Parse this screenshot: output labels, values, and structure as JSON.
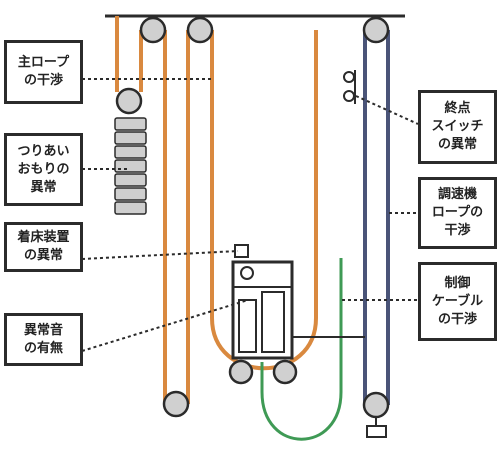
{
  "labels": {
    "main_rope": "主ロープ\nの干渉",
    "counterweight": "つりあい\nおもりの\n異常",
    "landing_device": "着床装置\nの異常",
    "noise": "異常音\nの有無",
    "limit_switch": "終点\nスイッチ\nの異常",
    "governor_rope": "調速機\nロープの\n干渉",
    "control_cable": "制御\nケーブル\nの干渉"
  },
  "colors": {
    "main_rope": "#d9893f",
    "governor_rope": "#4a5478",
    "control_cable": "#3f9a55",
    "sheave_fill": "#d0d0d0",
    "counterweight_fill": "#cfcfcf",
    "outline": "#2b2b2b",
    "leader": "#2b2b2b"
  }
}
